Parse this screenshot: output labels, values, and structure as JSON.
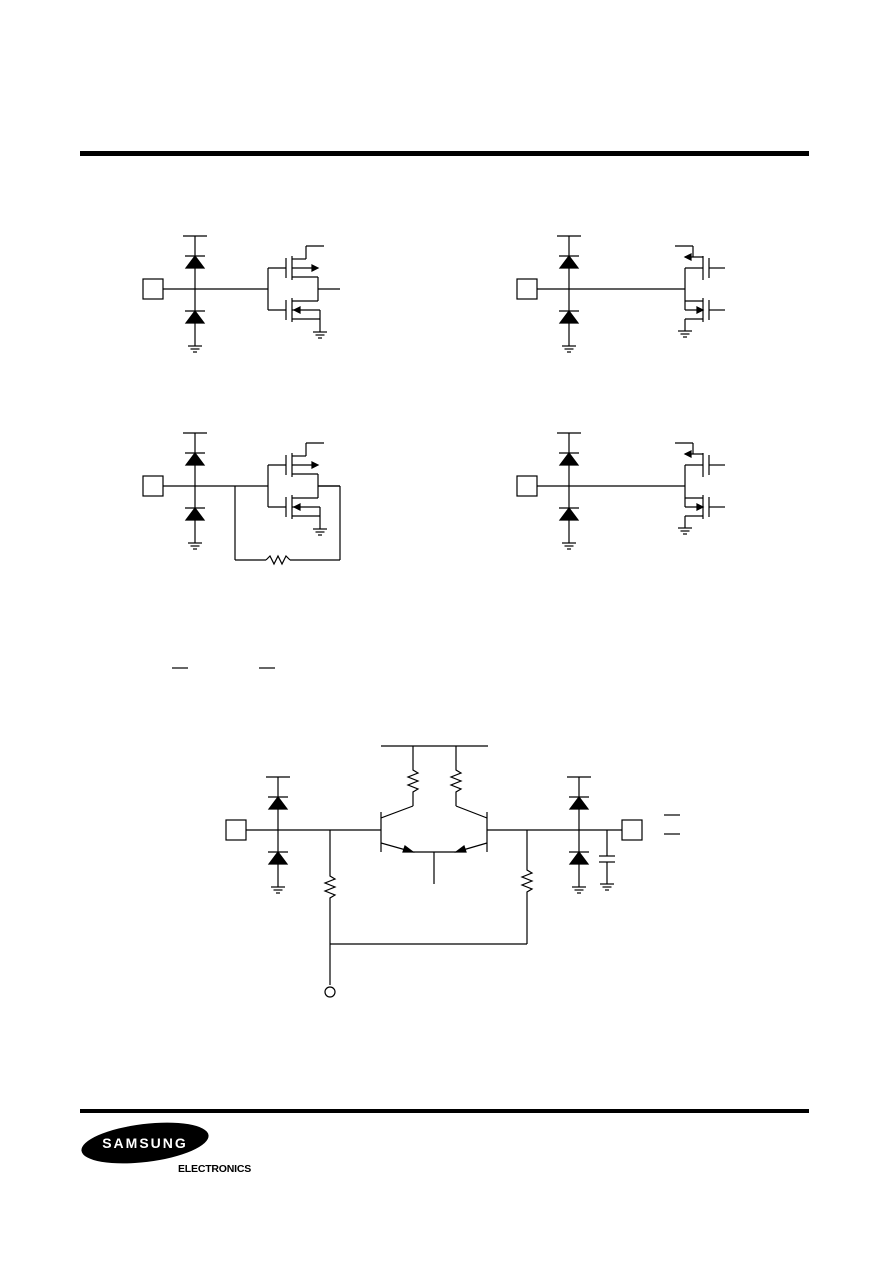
{
  "brand": {
    "logo_text": "SAMSUNG",
    "subtitle": "ELECTRONICS"
  },
  "colors": {
    "ink": "#000000",
    "paper": "#ffffff",
    "logo_fill": "#000000",
    "logo_text": "#ffffff"
  },
  "circuits": [
    {
      "id": "cmos-input-top-left",
      "elements": [
        "pad",
        "esd-diode-pair",
        "cmos-inverter"
      ]
    },
    {
      "id": "cmos-output-top-right",
      "elements": [
        "pad",
        "esd-diode-pair",
        "output-transistor-pair"
      ]
    },
    {
      "id": "cmos-input-feedback-bottom-left",
      "elements": [
        "pad",
        "esd-diode-pair",
        "cmos-inverter",
        "feedback-resistor"
      ]
    },
    {
      "id": "cmos-output-bottom-right",
      "elements": [
        "pad",
        "esd-diode-pair",
        "output-transistor-pair"
      ]
    },
    {
      "id": "differential-input",
      "elements": [
        "pad",
        "pad",
        "esd-diode-pair",
        "esd-diode-pair",
        "bipolar-pair",
        "load-resistors",
        "bias-resistors",
        "filter-capacitor",
        "bias-terminal"
      ]
    }
  ]
}
